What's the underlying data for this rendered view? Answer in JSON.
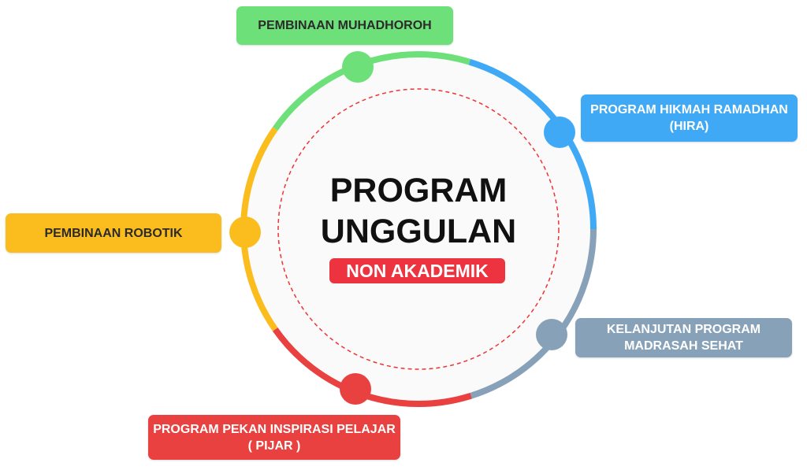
{
  "center": {
    "title_line1": "PROGRAM",
    "title_line2": "UNGGULAN",
    "subtitle": "NON AKADEMIK",
    "subtitle_color": "#ee3340"
  },
  "programs": [
    {
      "label_line1": "PEMBINAAN MUHADHOROH",
      "label_line2": "",
      "color": "#6de07a",
      "text_color": "#2b2b2b"
    },
    {
      "label_line1": "PROGRAM HIKMAH RAMADHAN",
      "label_line2": "(HIRA)",
      "color": "#3fa9f5",
      "text_color": "#ffffff"
    },
    {
      "label_line1": "KELANJUTAN PROGRAM",
      "label_line2": "MADRASAH SEHAT",
      "color": "#87a2b8",
      "text_color": "#ffffff"
    },
    {
      "label_line1": "PROGRAM PEKAN INSPIRASI PELAJAR",
      "label_line2": "( PIJAR )",
      "color": "#e8413f",
      "text_color": "#ffffff"
    },
    {
      "label_line1": "PEMBINAAN ROBOTIK",
      "label_line2": "",
      "color": "#fbbd1e",
      "text_color": "#2b2b2b"
    }
  ]
}
